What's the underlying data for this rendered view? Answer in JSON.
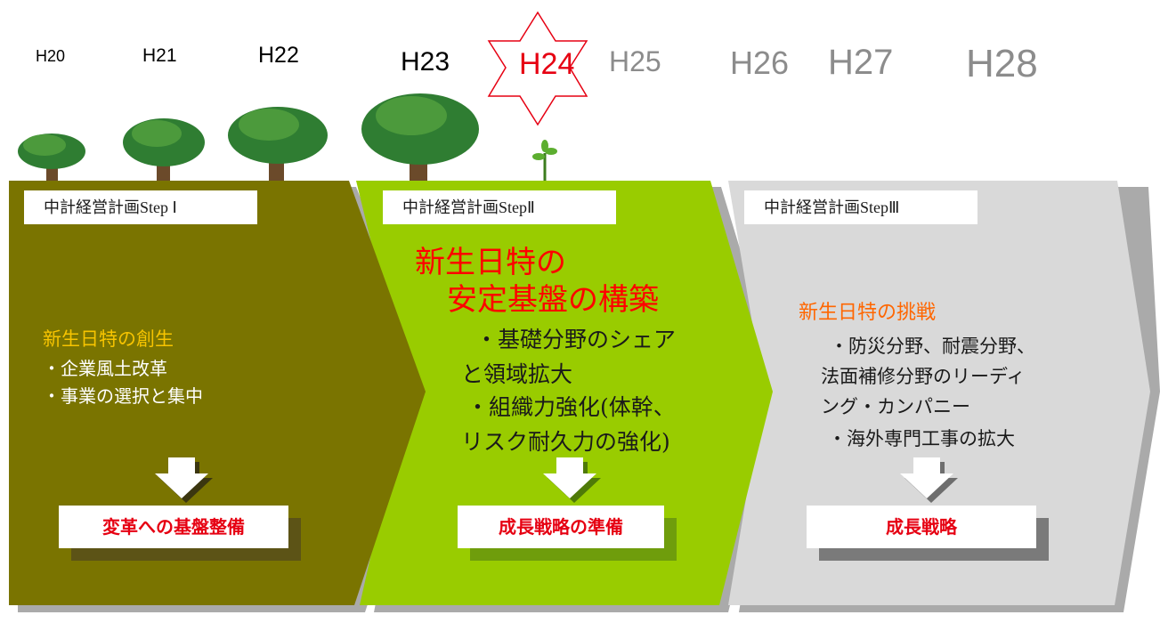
{
  "years": [
    "H20",
    "H21",
    "H22",
    "H23",
    "H24",
    "H25",
    "H26",
    "H27",
    "H28"
  ],
  "colors": {
    "step1": "#7a7400",
    "step2": "#99cc00",
    "step3": "#d9d9d9",
    "highlight": "#e60012"
  },
  "steps": [
    {
      "label": "中計経営計画Step Ⅰ",
      "title": "新生日特の創生",
      "bullets": [
        "・企業風土改革",
        "・事業の選択と集中"
      ],
      "result": "変革への基盤整備"
    },
    {
      "label": "中計経営計画StepⅡ",
      "title_lines": [
        "新生日特の",
        "安定基盤の構築"
      ],
      "bullets": [
        "・基礎分野のシェア",
        "と領域拡大",
        "・組織力強化(体幹、",
        "リスク耐久力の強化)"
      ],
      "result": "成長戦略の準備"
    },
    {
      "label": "中計経営計画StepⅢ",
      "title": "新生日特の挑戦",
      "bullets": [
        "・防災分野、耐震分野、",
        "法面補修分野のリーディ",
        "ング・カンパニー",
        "・海外専門工事の拡大"
      ],
      "result": "成長戦略"
    }
  ]
}
